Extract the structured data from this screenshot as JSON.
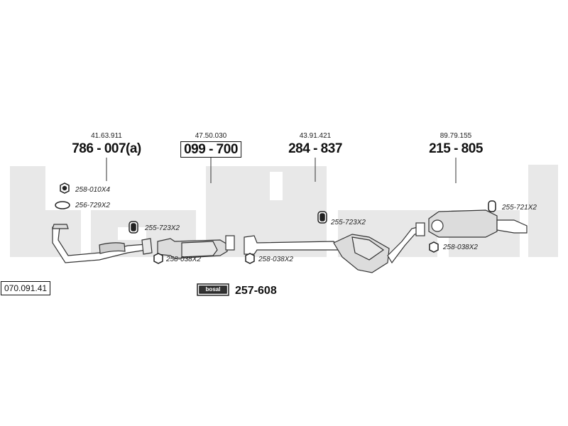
{
  "assembly_number": "070.091.41",
  "brand_watermark": "bosal",
  "main_parts": [
    {
      "oem": "41.63.911",
      "number": "786 - 007(a)"
    },
    {
      "oem": "47.50.030",
      "number": "099 - 700"
    },
    {
      "oem": "43.91.421",
      "number": "284 - 837"
    },
    {
      "oem": "89.79.155",
      "number": "215 - 805"
    }
  ],
  "fittings": [
    {
      "label": "258-010X4"
    },
    {
      "label": "256-729X2"
    },
    {
      "label": "255-723X2"
    },
    {
      "label": "258-038X2"
    },
    {
      "label": "258-038X2"
    },
    {
      "label": "255-723X2"
    },
    {
      "label": "255-721X2"
    },
    {
      "label": "258-038X2"
    }
  ],
  "mounting_kit": {
    "badge": "bosal",
    "number": "257-608"
  },
  "colors": {
    "watermark": "#e6e6e6",
    "line": "#333333",
    "part_fill": "#dcdcdc"
  }
}
